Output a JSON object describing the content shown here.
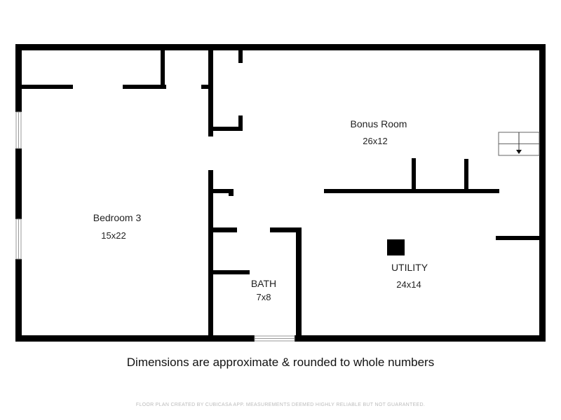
{
  "rooms": {
    "bedroom3": {
      "name": "Bedroom 3",
      "dims": "15x22"
    },
    "bonus": {
      "name": "Bonus Room",
      "dims": "26x12"
    },
    "bath": {
      "name": "BATH",
      "dims": "7x8"
    },
    "utility": {
      "name": "UTILITY",
      "dims": "24x14"
    }
  },
  "note": "Dimensions are approximate & rounded to whole numbers",
  "footer": "FLOOR PLAN CREATED BY CUBICASA APP. MEASUREMENTS DEEMED HIGHLY RELIABLE BUT NOT GUARANTEED."
}
